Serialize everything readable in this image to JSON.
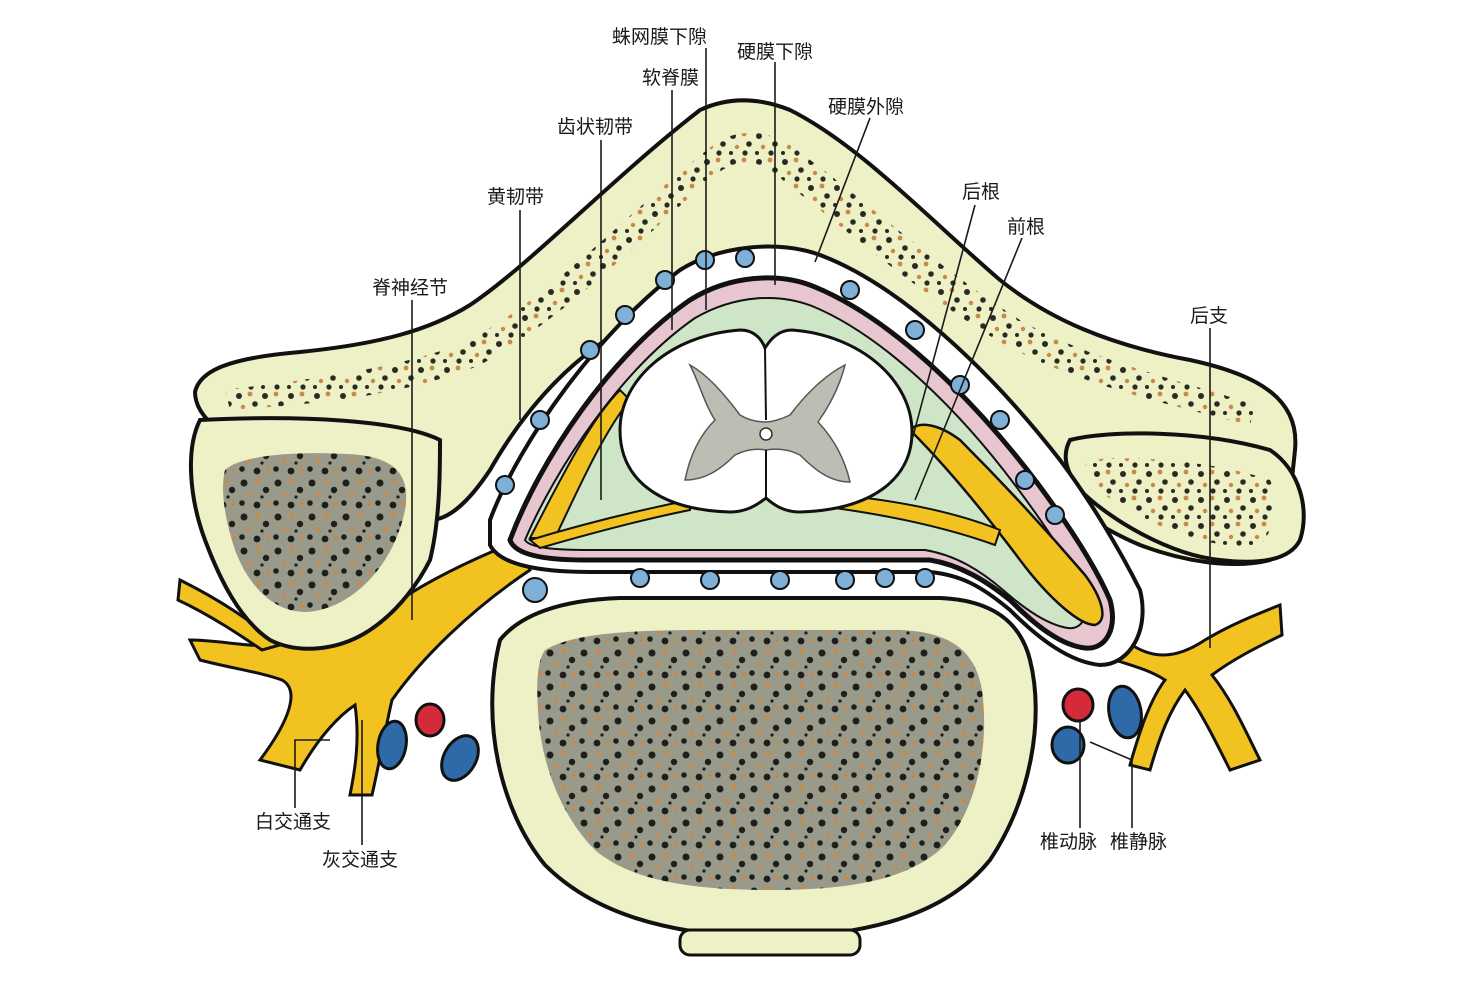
{
  "labels": {
    "arachnoid_subarachnoid": "蛛网膜下隙",
    "subdural_space": "硬膜下隙",
    "pia_mater": "软脊膜",
    "epidural_space": "硬膜外隙",
    "denticulate_ligament": "齿状韧带",
    "ligamentum_flavum": "黄韧带",
    "posterior_root": "后根",
    "anterior_root": "前根",
    "spinal_ganglion": "脊神经节",
    "posterior_branch": "后支",
    "white_communicating_branch": "白交通支",
    "gray_communicating_branch": "灰交通支",
    "vertebral_artery": "椎动脉",
    "vertebral_vein": "椎静脉"
  },
  "colors": {
    "bone_cortex": "#eef0c6",
    "nerve": "#f2c320",
    "csf_space": "#cfe5c8",
    "pia": "#e8c6cf",
    "artery": "#d42a3a",
    "vein": "#2f6aa8",
    "marrow": "#8a8a7e"
  }
}
